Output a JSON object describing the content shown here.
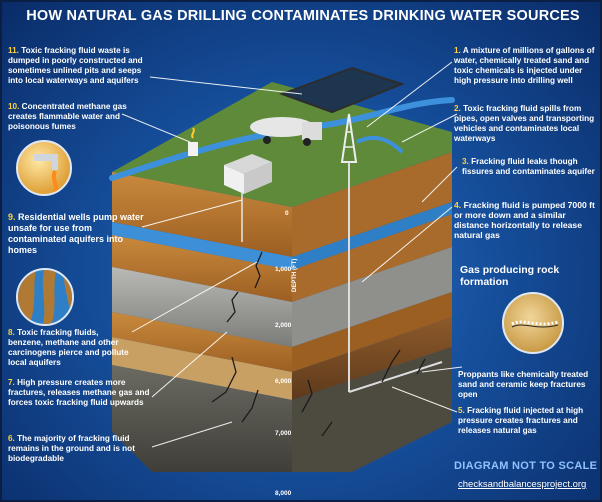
{
  "title": "HOW NATURAL GAS DRILLING CONTAMINATES DRINKING WATER SOURCES",
  "left_callouts": [
    {
      "num": "11.",
      "text": "Toxic fracking fluid waste is dumped in poorly constructed and sometimes unlined pits and seeps into local waterways and aquifers"
    },
    {
      "num": "10.",
      "text": "Concentrated methane gas creates flammable water and poisonous fumes"
    },
    {
      "num": "9.",
      "text": "Residential wells pump water unsafe for use from contaminated aquifers into homes"
    },
    {
      "num": "8.",
      "text": "Toxic fracking fluids, benzene, methane and other carcinogens pierce and pollute local aquifers"
    },
    {
      "num": "7.",
      "text": "High pressure creates more fractures, releases methane gas and forces toxic fracking fluid upwards"
    },
    {
      "num": "6.",
      "text": "The majority of fracking fluid remains in the ground and is not biodegradable"
    }
  ],
  "right_callouts": [
    {
      "num": "1.",
      "text": "A mixture of millions of gallons of water, chemically treated sand and toxic chemicals is injected under high pressure into drilling well"
    },
    {
      "num": "2.",
      "text": "Toxic fracking fluid spills from pipes, open valves and transporting vehicles and contaminates local waterways"
    },
    {
      "num": "3.",
      "text": "Fracking fluid leaks though fissures and contaminates aquifer"
    },
    {
      "num": "4.",
      "text": "Fracking fluid is pumped 7000 ft or more down and a similar distance horizontally to release natural gas"
    },
    {
      "num": "",
      "text": "Proppants like chemically treated sand and ceramic keep fractures open"
    },
    {
      "num": "5.",
      "text": "Fracking fluid injected at high pressure creates fractures and releases natural gas"
    }
  ],
  "gas_label": "Gas producing rock formation",
  "depth_axis_label": "DEPTH (FT)",
  "depth_ticks": [
    "0",
    "1,000",
    "2,000",
    "6,000",
    "7,000",
    "8,000"
  ],
  "footer": {
    "note": "DIAGRAM NOT TO SCALE",
    "site": "checksandbalancesproject.org"
  },
  "colors": {
    "background": "#164f9c",
    "grass": "#5f8a3a",
    "soil": "#b8772e",
    "water": "#3a8fd6",
    "rock_gray": "#9a9a9a",
    "rock_dark": "#4a4a46",
    "callout_number": "#ffd23a"
  }
}
